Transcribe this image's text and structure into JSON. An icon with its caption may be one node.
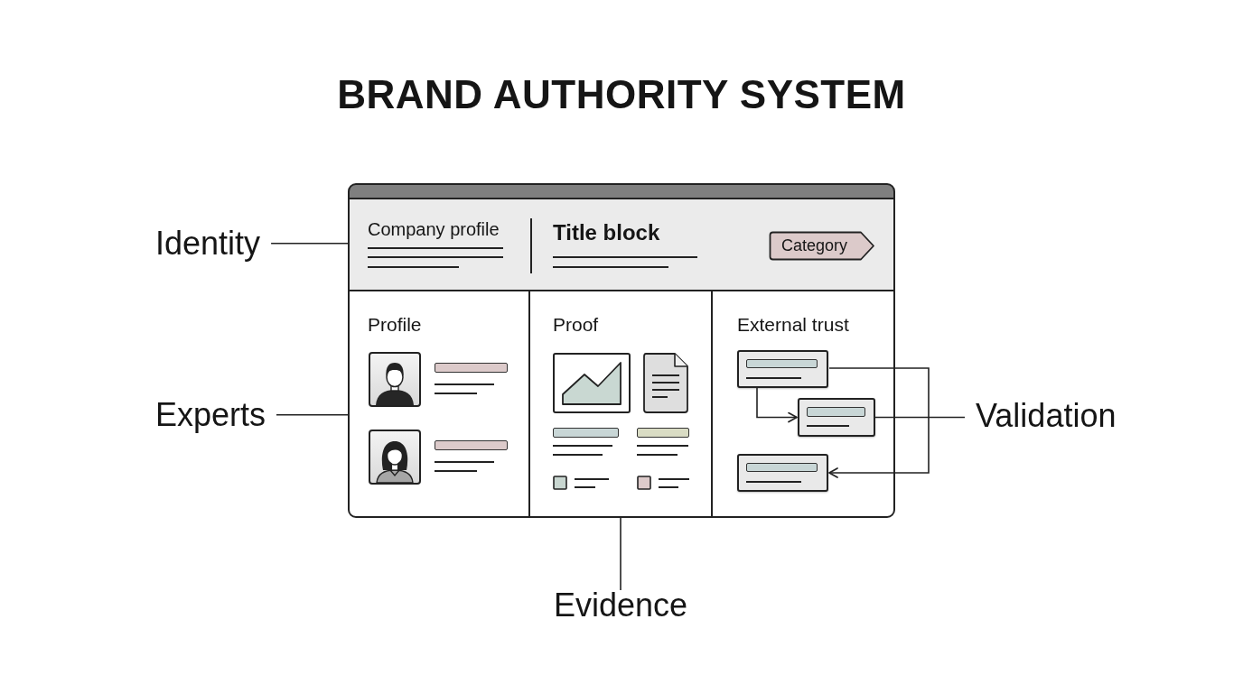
{
  "diagram": {
    "title": "BRAND AUTHORITY SYSTEM",
    "nodes": [
      {
        "text": [],
        "shape": "box"
      },
      {
        "text": [
          "Company profile",
          "Title block"
        ],
        "in": 0
      },
      {
        "text": [
          "Category"
        ],
        "in": 1
      },
      {
        "text": [
          "Profile"
        ],
        "in": 0
      },
      {
        "text": [
          "Proof"
        ],
        "in": 0
      },
      {
        "text": [
          "External trust"
        ],
        "in": 0
      },
      {
        "text": [],
        "shape": "box",
        "in": 5
      },
      {
        "text": [],
        "shape": "box",
        "in": 5
      },
      {
        "text": [],
        "shape": "box",
        "in": 5
      },
      {
        "text": [
          "Identity"
        ]
      },
      {
        "text": [
          "Experts"
        ]
      },
      {
        "text": [
          "Evidence"
        ]
      },
      {
        "text": [
          "Validation"
        ]
      }
    ],
    "edges": [
      {
        "from": 9,
        "to": 1,
        "arrow": "none"
      },
      {
        "from": 10,
        "to": 3,
        "arrow": "none"
      },
      {
        "from": 11,
        "to": 4,
        "arrow": "none"
      },
      {
        "from": 12,
        "to": 7,
        "arrow": "none"
      },
      {
        "from": 6,
        "to": 7,
        "arrow": "to"
      },
      {
        "from": 6,
        "to": 8,
        "arrow": "to"
      }
    ]
  }
}
